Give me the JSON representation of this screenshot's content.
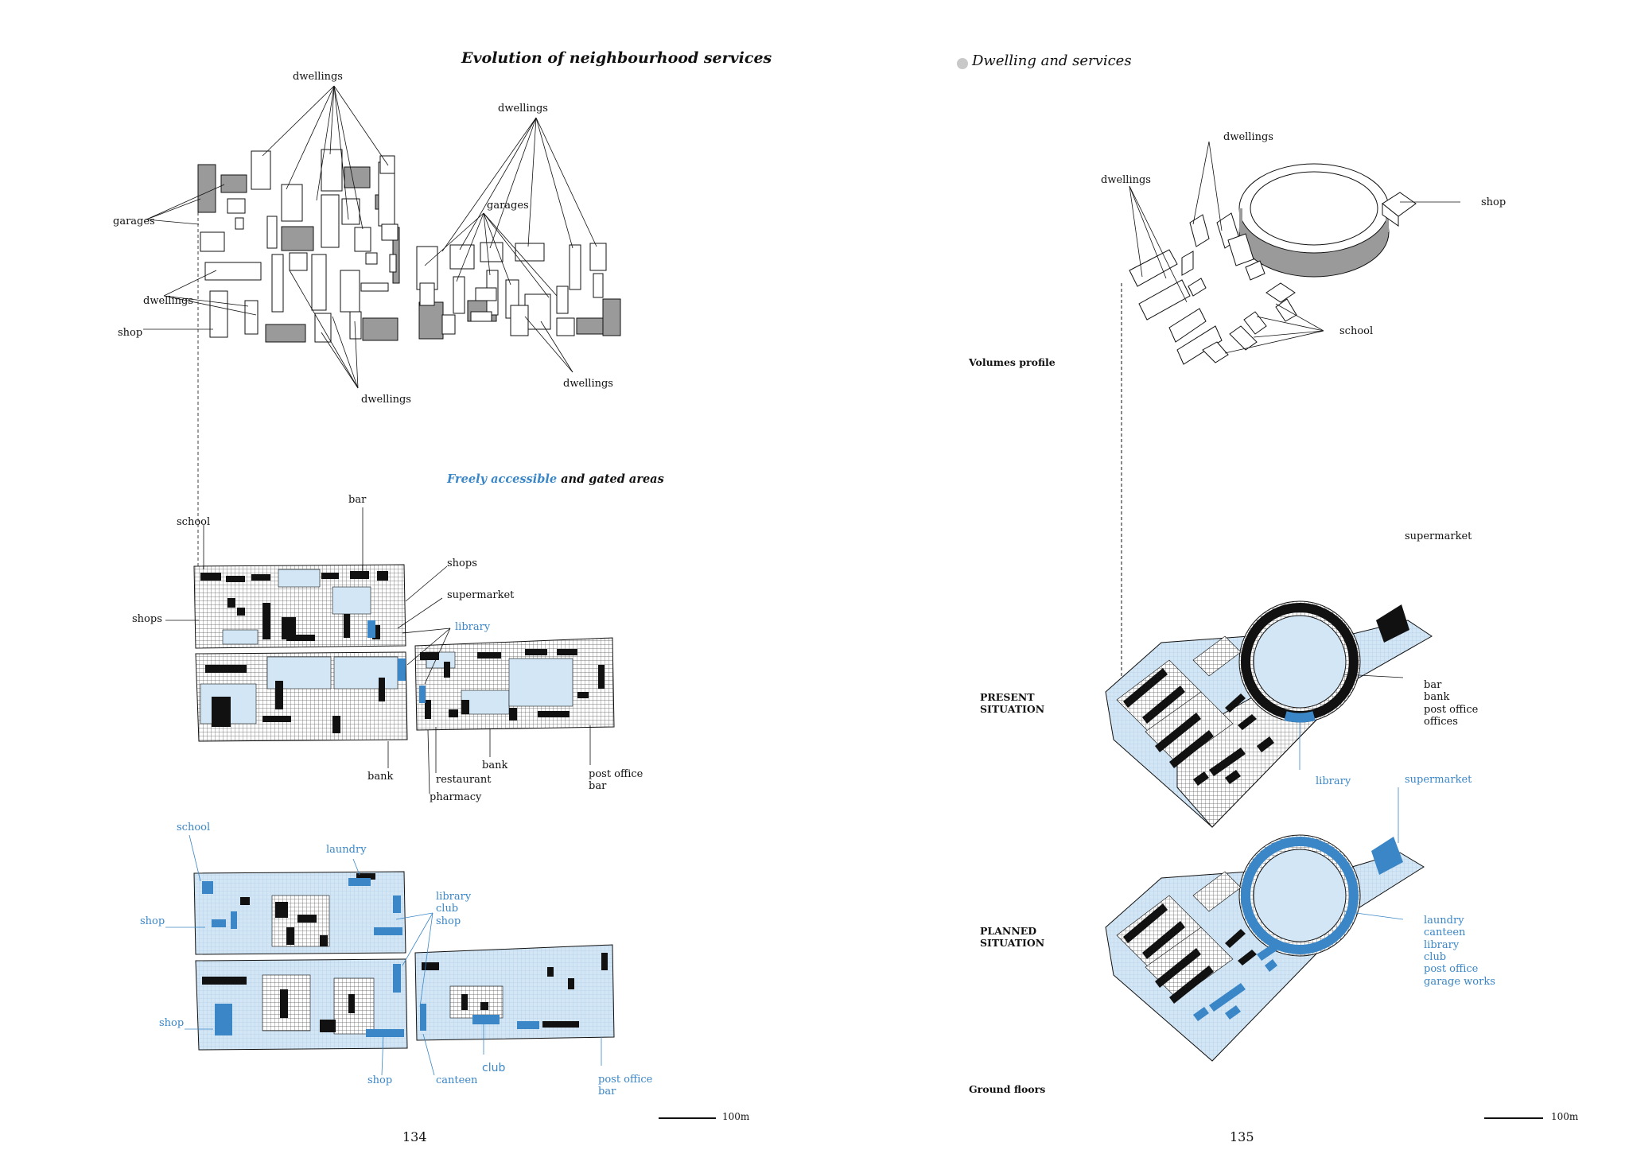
{
  "colors": {
    "ink": "#111111",
    "accent": "#3a86c6",
    "light_blue": "#cfe3f3",
    "gray_fill": "#9a9a9a",
    "hatch": "#444444",
    "bar_fill": "#000000"
  },
  "left": {
    "title": "Evolution of neighbourhood services",
    "volumes": {
      "dwellings": "dwellings",
      "garages": "garages",
      "shop": "shop"
    },
    "access_title": {
      "blue": "Freely accessible",
      "dark": " and gated areas"
    },
    "present": {
      "bar": "bar",
      "school": "school",
      "shops": "shops",
      "supermarket": "supermarket",
      "library": "library",
      "bank": "bank",
      "restaurant": "restaurant",
      "pharmacy": "pharmacy",
      "post_office_bar": "post office\nbar"
    },
    "planned": {
      "school": "school",
      "laundry": "laundry",
      "shop": "shop",
      "library_club_shop": "library\nclub\nshop",
      "canteen": "canteen",
      "club": "club",
      "post_office_bar": "post office\nbar"
    },
    "scale": "100m",
    "page": "134"
  },
  "right": {
    "title": "Dwelling and services",
    "volumes_profile": "Volumes profile",
    "dwellings": "dwellings",
    "shop": "shop",
    "school": "school",
    "supermarket": "supermarket",
    "present_situation": "PRESENT\nSITUATION",
    "present_services": "bar\nbank\npost office\noffices",
    "library": "library",
    "planned_situation": "PLANNED\nSITUATION",
    "planned_services": "laundry\ncanteen\nlibrary\nclub\npost office\ngarage works",
    "ground_floors": "Ground floors",
    "scale": "100m",
    "page": "135"
  }
}
